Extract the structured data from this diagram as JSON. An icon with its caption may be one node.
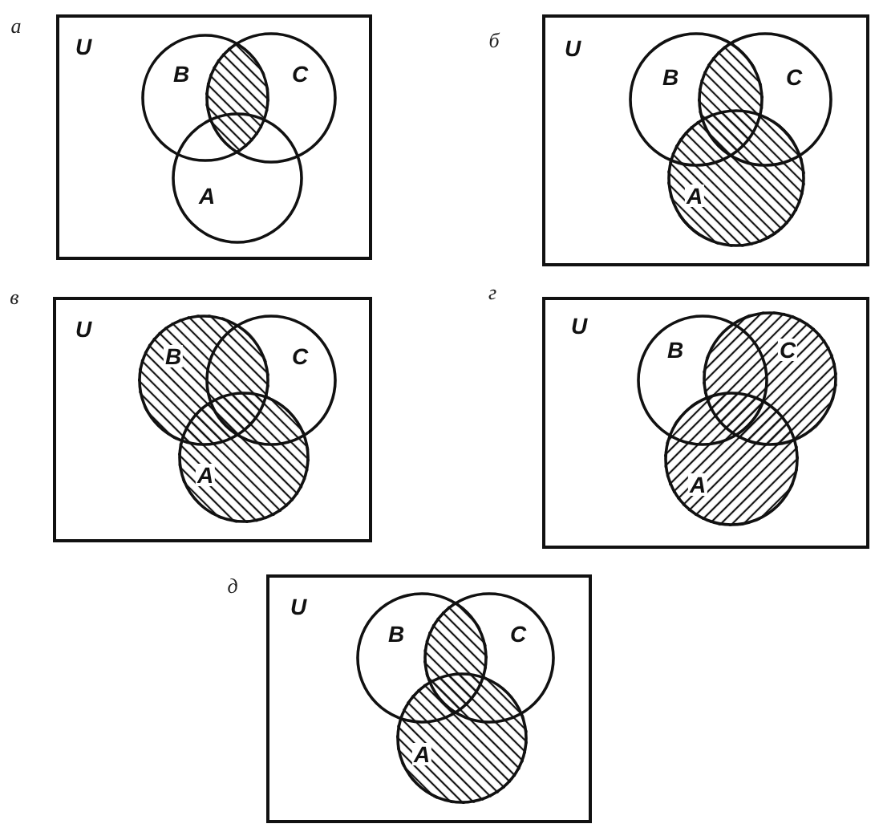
{
  "diagram": {
    "nodes": [
      {
        "text": [
          "U"
        ],
        "beside": [
          "а"
        ]
      },
      {
        "text": [
          "B"
        ],
        "in": 0
      },
      {
        "text": [
          "C"
        ],
        "in": 0
      },
      {
        "text": [
          "A"
        ],
        "in": 0
      },
      {
        "text": [
          "U"
        ],
        "beside": [
          "б"
        ]
      },
      {
        "text": [
          "B"
        ],
        "in": 4
      },
      {
        "text": [
          "C"
        ],
        "in": 4
      },
      {
        "text": [
          "A"
        ],
        "in": 4
      },
      {
        "text": [
          "U"
        ],
        "beside": [
          "в"
        ]
      },
      {
        "text": [
          "B"
        ],
        "in": 8
      },
      {
        "text": [
          "C"
        ],
        "in": 8
      },
      {
        "text": [
          "A"
        ],
        "in": 8
      },
      {
        "text": [
          "U"
        ],
        "beside": [
          "г"
        ]
      },
      {
        "text": [
          "B"
        ],
        "in": 12
      },
      {
        "text": [
          "C"
        ],
        "in": 12
      },
      {
        "text": [
          "A"
        ],
        "in": 12
      },
      {
        "text": [
          "U"
        ],
        "beside": [
          "д"
        ]
      },
      {
        "text": [
          "B"
        ],
        "in": 16
      },
      {
        "text": [
          "C"
        ],
        "in": 16
      },
      {
        "text": [
          "A"
        ],
        "in": 16
      }
    ]
  }
}
